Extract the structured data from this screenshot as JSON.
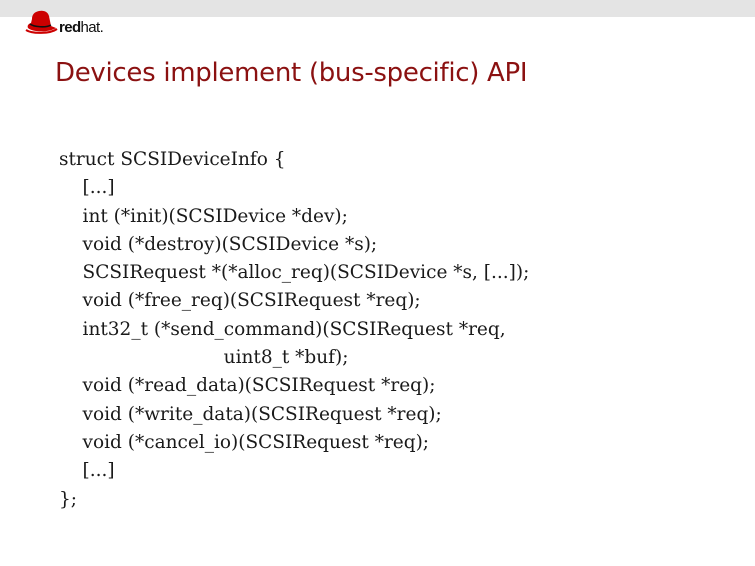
{
  "header": {
    "logo": {
      "icon": "red-hat-icon",
      "brand_bold": "red",
      "brand_light": "hat."
    }
  },
  "slide": {
    "title": "Devices implement (bus-specific) API",
    "code_lines": [
      "struct SCSIDeviceInfo {",
      "    [...]",
      "    int (*init)(SCSIDevice *dev);",
      "    void (*destroy)(SCSIDevice *s);",
      "    SCSIRequest *(*alloc_req)(SCSIDevice *s, [...]);",
      "    void (*free_req)(SCSIRequest *req);",
      "    int32_t (*send_command)(SCSIRequest *req,",
      "                            uint8_t *buf);",
      "    void (*read_data)(SCSIRequest *req);",
      "    void (*write_data)(SCSIRequest *req);",
      "    void (*cancel_io)(SCSIRequest *req);",
      "    [...]",
      "};"
    ]
  },
  "colors": {
    "title": "#8b1111",
    "logo_red": "#cc0000",
    "top_bar": "#e4e4e4"
  }
}
